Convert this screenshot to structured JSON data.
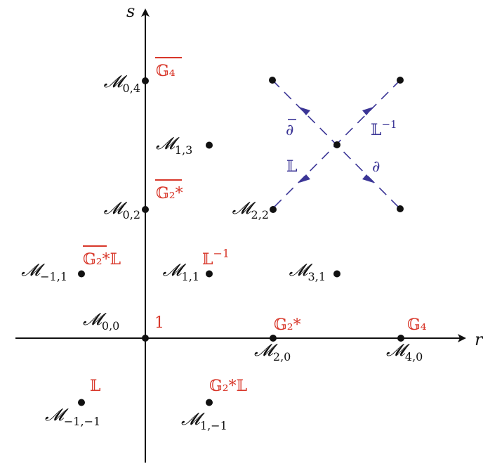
{
  "colors": {
    "axis": "#111111",
    "node_label": "#111111",
    "symbol_label": "#d8372a",
    "map_legend": "#3b3596"
  },
  "axes": {
    "x_label": "r",
    "y_label": "s"
  },
  "nodes": [
    {
      "id": "m00",
      "base": "𝓜",
      "sub": "0,0",
      "r": 0,
      "s": 0
    },
    {
      "id": "m02",
      "base": "𝓜",
      "sub": "0,2",
      "r": 0,
      "s": 2
    },
    {
      "id": "m04",
      "base": "𝓜",
      "sub": "0,4",
      "r": 0,
      "s": 4
    },
    {
      "id": "m13",
      "base": "𝓜",
      "sub": "1,3",
      "r": 1,
      "s": 3
    },
    {
      "id": "m11",
      "base": "𝓜",
      "sub": "1,1",
      "r": 1,
      "s": 1
    },
    {
      "id": "m22",
      "base": "𝓜",
      "sub": "2,2",
      "r": 2,
      "s": 2
    },
    {
      "id": "m31",
      "base": "𝓜",
      "sub": "3,1",
      "r": 3,
      "s": 1
    },
    {
      "id": "mm11",
      "base": "𝓜",
      "sub": "−1,1",
      "r": -1,
      "s": 1
    },
    {
      "id": "m20",
      "base": "𝓜",
      "sub": "2,0",
      "r": 2,
      "s": 0
    },
    {
      "id": "m40",
      "base": "𝓜",
      "sub": "4,0",
      "r": 4,
      "s": 0
    },
    {
      "id": "mm1m1",
      "base": "𝓜",
      "sub": "−1,−1",
      "r": -1,
      "s": -1
    },
    {
      "id": "m1m1",
      "base": "𝓜",
      "sub": "1,−1",
      "r": 1,
      "s": -1
    }
  ],
  "symbols": {
    "one": "1",
    "G4_bar": "𝔾₄",
    "G2star_bar": "𝔾₂*",
    "G2star_bar_L": {
      "g": "𝔾₂*",
      "l": "𝕃"
    },
    "L_inv": {
      "base": "𝕃",
      "sup": "−1"
    },
    "G2star": "𝔾₂*",
    "G4": "𝔾₄",
    "L": "𝕃",
    "G2star_L": "𝔾₂*𝕃"
  },
  "legend": {
    "partial_bar": "∂",
    "L_inv": {
      "base": "𝕃",
      "sup": "−1"
    },
    "L": "𝕃",
    "partial": "∂"
  }
}
